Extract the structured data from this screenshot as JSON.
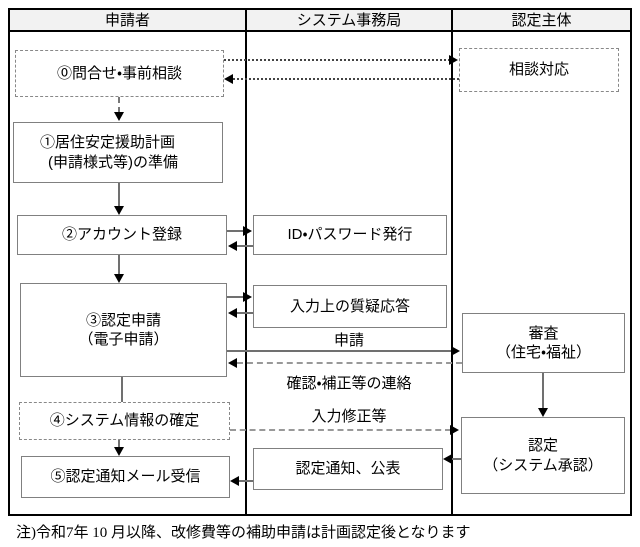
{
  "header": {
    "lane1": "申請者",
    "lane2": "システム事務局",
    "lane3": "認定主体"
  },
  "boxes": {
    "inquiry": "⓪問合せ・事前相談",
    "plan": {
      "line1": "①居住安定援助計画",
      "line2": "(申請様式等)の準備"
    },
    "account": "②アカウント登録",
    "id_password": "ID・パスワード発行",
    "application": {
      "line1": "③認定申請",
      "line2": "（電子申請）"
    },
    "qa": "入力上の質疑応答",
    "consult": "相談対応",
    "review": {
      "line1": "審査",
      "line2": "（住宅・福祉）"
    },
    "system_info": "④システム情報の確定",
    "approval": {
      "line1": "認定",
      "line2": "（システム承認）"
    },
    "notice_mail": "⑤認定通知メール受信",
    "notice_publish": "認定通知、公表"
  },
  "edge_labels": {
    "apply": "申請",
    "confirm_correction": "確認・補正等の連絡",
    "input_fix": "入力修正等"
  },
  "note": "注)令和7年 10 月以降、改修費等の補助申請は計画認定後となります",
  "colors": {
    "frame": "#000000",
    "box_border": "#808080",
    "connector": "#707070",
    "dashed_connector": "#999999",
    "header_bg": "#f2f2f2"
  }
}
